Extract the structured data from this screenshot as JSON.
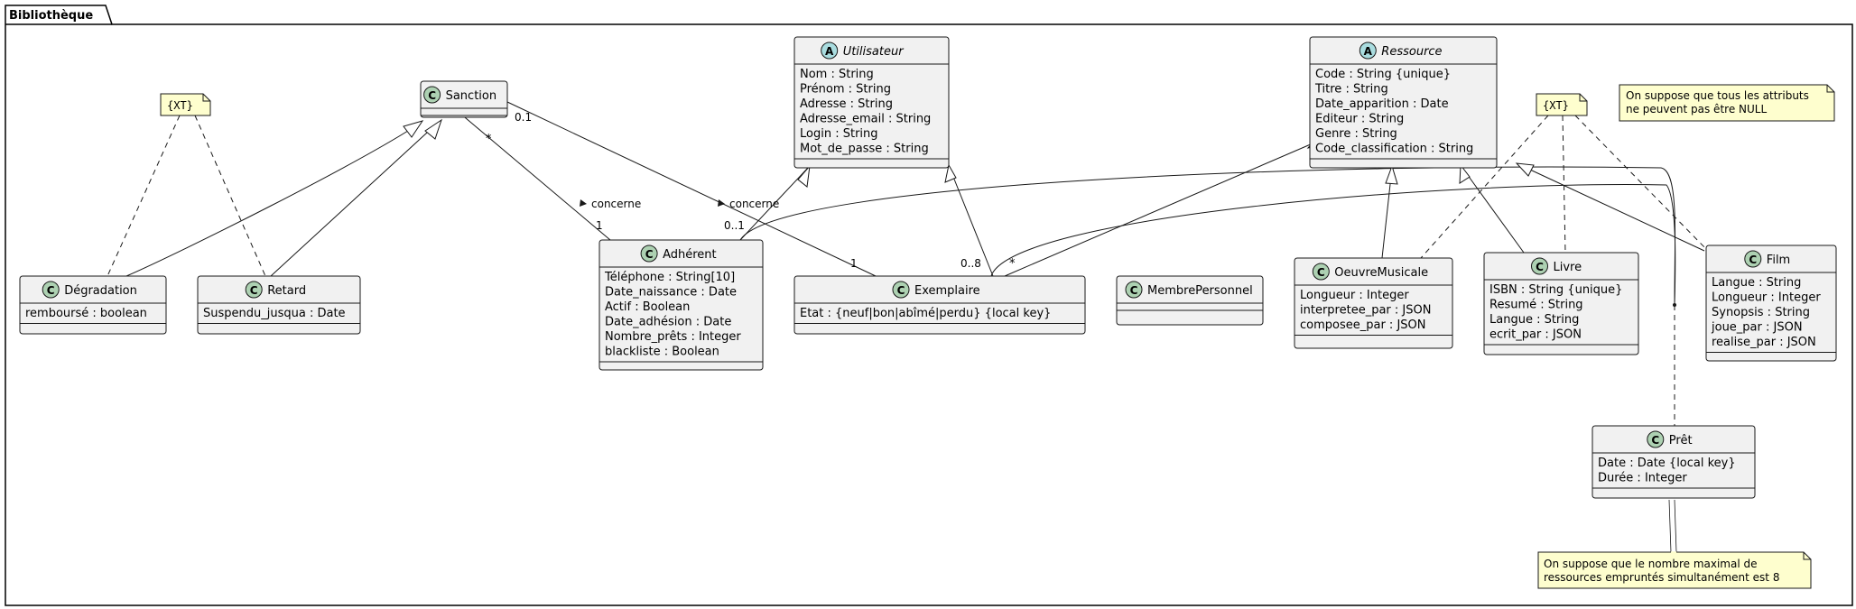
{
  "package": {
    "name": "Bibliothèque"
  },
  "classes": {
    "utilisateur": {
      "stereotype_letter": "A",
      "name": "Utilisateur",
      "attributes": [
        "Nom : String",
        "Prénom : String",
        "Adresse : String",
        "Adresse_email : String",
        "Login : String",
        "Mot_de_passe : String"
      ]
    },
    "ressource": {
      "stereotype_letter": "A",
      "name": "Ressource",
      "attributes": [
        "Code : String {unique}",
        "Titre : String",
        "Date_apparition : Date",
        "Editeur : String",
        "Genre : String",
        "Code_classification : String"
      ]
    },
    "sanction": {
      "stereotype_letter": "C",
      "name": "Sanction",
      "attributes": []
    },
    "degradation": {
      "stereotype_letter": "C",
      "name": "Dégradation",
      "attributes": [
        "remboursé : boolean"
      ]
    },
    "retard": {
      "stereotype_letter": "C",
      "name": "Retard",
      "attributes": [
        "Suspendu_jusqua : Date"
      ]
    },
    "adherent": {
      "stereotype_letter": "C",
      "name": "Adhérent",
      "attributes": [
        "Téléphone : String[10]",
        "Date_naissance : Date",
        "Actif : Boolean",
        "Date_adhésion : Date",
        "Nombre_prêts : Integer",
        "blackliste : Boolean"
      ]
    },
    "exemplaire": {
      "stereotype_letter": "C",
      "name": "Exemplaire",
      "attributes": [
        "Etat : {neuf|bon|abîmé|perdu} {local key}"
      ]
    },
    "membre": {
      "stereotype_letter": "C",
      "name": "MembrePersonnel",
      "attributes": []
    },
    "oeuvre": {
      "stereotype_letter": "C",
      "name": "OeuvreMusicale",
      "attributes": [
        "Longueur : Integer",
        "interpretee_par : JSON",
        "composee_par : JSON"
      ]
    },
    "livre": {
      "stereotype_letter": "C",
      "name": "Livre",
      "attributes": [
        "ISBN : String {unique}",
        "Resumé : String",
        "Langue : String",
        "ecrit_par : JSON"
      ]
    },
    "film": {
      "stereotype_letter": "C",
      "name": "Film",
      "attributes": [
        "Langue : String",
        "Longueur : Integer",
        "Synopsis : String",
        "joue_par : JSON",
        "realise_par : JSON"
      ]
    },
    "pret": {
      "stereotype_letter": "C",
      "name": "Prêt",
      "attributes": [
        "Date : Date {local key}",
        "Durée : Integer"
      ]
    }
  },
  "notes": {
    "xt_left": "{XT}",
    "xt_right": "{XT}",
    "null_note": [
      "On suppose que tous les attributs",
      "ne peuvent pas être NULL"
    ],
    "max_note": [
      "On suppose que le nombre maximal de",
      "ressources empruntés simultanément est 8"
    ]
  },
  "edge_labels": {
    "sanction_adherent_src": "*",
    "sanction_adherent_dst": "1",
    "sanction_adherent_name": "concerne",
    "sanction_exemplaire_src": "0.1",
    "sanction_exemplaire_dst": "1",
    "sanction_exemplaire_name": "concerne",
    "adherent_pret": "0..1",
    "exemplaire_pret": "0..8",
    "ressource_exemplaire": "*"
  },
  "colors": {
    "class_fill": "#f1f1f1",
    "class_border": "#181818",
    "circle_c": "#add1b2",
    "circle_a": "#a9dcdf",
    "note_fill": "#fefece"
  }
}
